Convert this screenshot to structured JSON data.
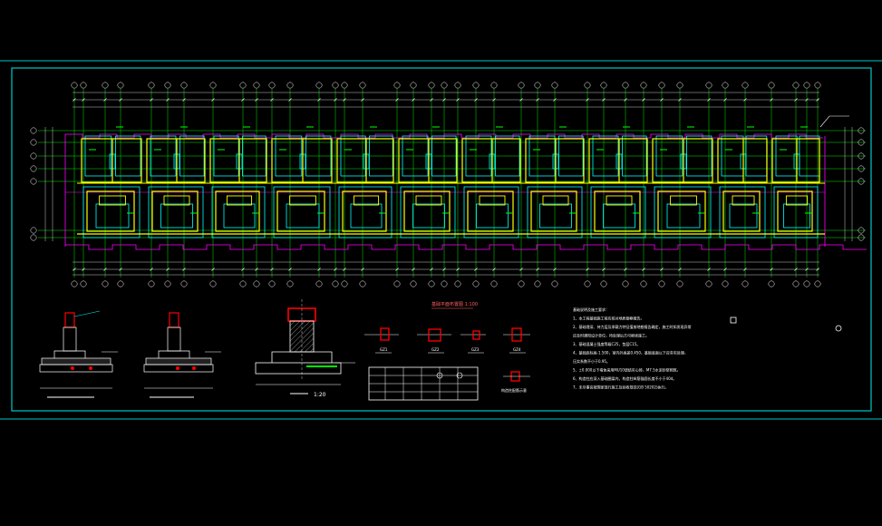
{
  "drawing": {
    "background": "#000000",
    "colors": {
      "frame": "#00c8c8",
      "axis": "#00ff00",
      "wall": "#ffff00",
      "pier": "#00ffff",
      "outline": "#ff00ff",
      "column": "#ff0000",
      "text": "#ffffff",
      "dim": "#ffffff"
    },
    "detail_scale_label": "1:20",
    "plan_title": "基础平面布置图 1:100",
    "column_labels": [
      "GZ1",
      "GZ2",
      "GZ3",
      "GZ4"
    ],
    "column_extra_label": "构造柱配筋示意",
    "notes": [
      "基础说明及施工要求：",
      "1、本工程基础施工前应核对地质勘察报告。",
      "2、基础埋深、持力层及承载力特征值按地勘报告确定，施工时如发现异常",
      "应及时通知设计单位，待处理后方可继续施工。",
      "3、基础混凝土强度等级C25，垫层C15。",
      "4、基础底标高-1.500，室内外高差0.450，基础底面以下应夯实处理，",
      "压实系数不小于0.95。",
      "5、±0.000以下墙体采用MU10烧结实心砖，M7.5水泥砂浆砌筑。",
      "6、构造柱应深入基础圈梁内，构造柱纵筋锚固长度不小于40d。",
      "7、未尽事宜按国家现行施工及验收规范(GB 50202)执行。"
    ]
  }
}
